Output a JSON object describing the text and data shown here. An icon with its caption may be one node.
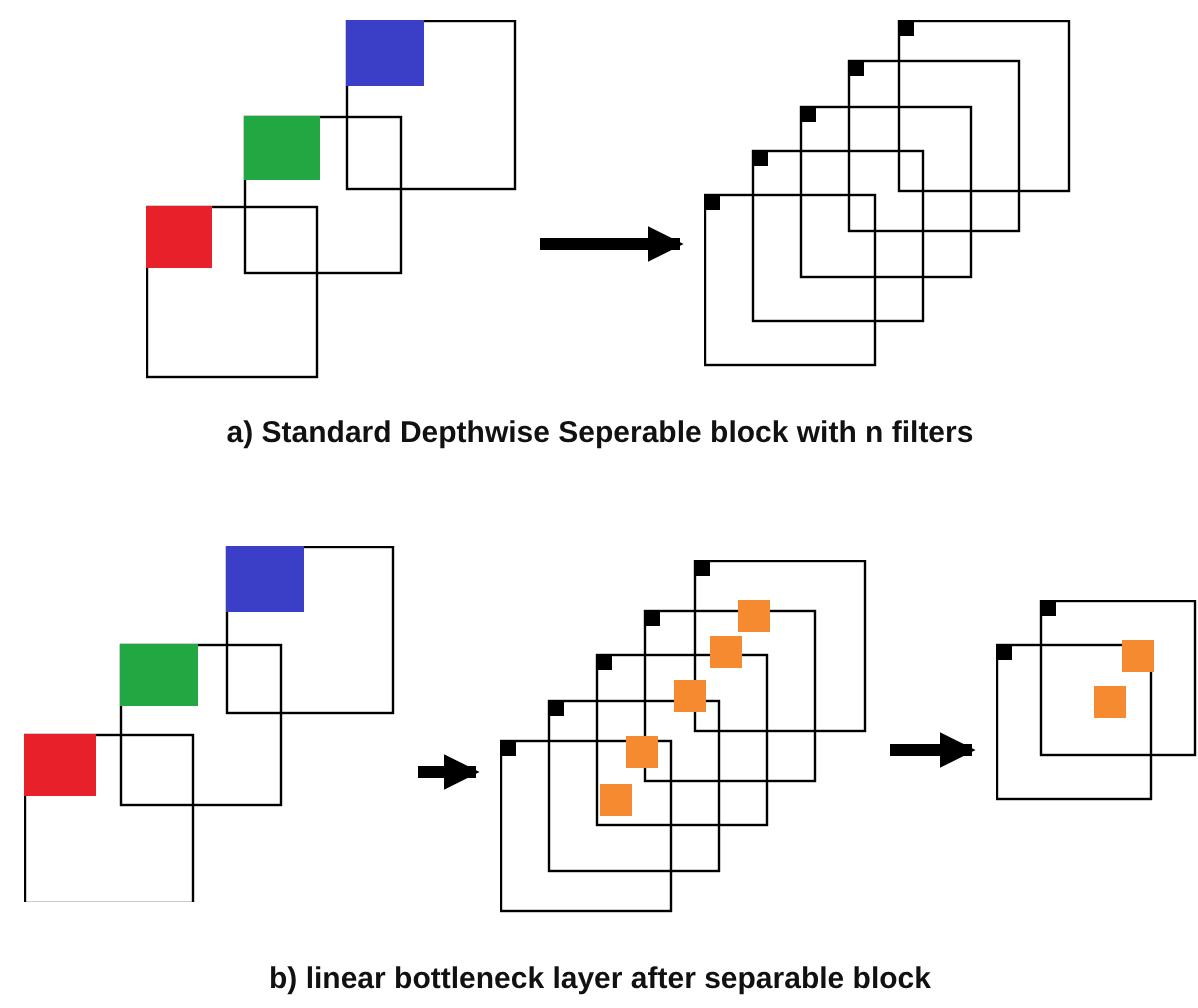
{
  "diagram": {
    "nodes": [
      {
        "text": [],
        "shape": "picture"
      },
      {
        "text": [],
        "shape": "picture"
      },
      {
        "text": [],
        "shape": "picture"
      },
      {
        "text": [],
        "shape": "picture"
      },
      {
        "text": [],
        "shape": "picture"
      }
    ],
    "edges": [
      {
        "from": 0,
        "to": 1,
        "arrow": "to"
      },
      {
        "from": 2,
        "to": 3,
        "arrow": "to"
      },
      {
        "from": 3,
        "to": 4,
        "arrow": "to"
      }
    ],
    "labels": [
      "a) Standard Depthwise Seperable block with n filters",
      "b) linear bottleneck layer after separable block"
    ]
  }
}
